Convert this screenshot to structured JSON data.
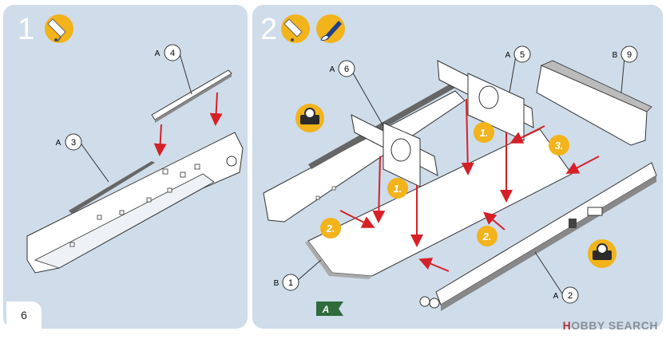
{
  "page": {
    "number": "6"
  },
  "steps": [
    {
      "number": "1"
    },
    {
      "number": "2"
    }
  ],
  "parts": {
    "a4": {
      "letter": "A",
      "num": "4"
    },
    "a3": {
      "letter": "A",
      "num": "3"
    },
    "a6": {
      "letter": "A",
      "num": "6"
    },
    "a5": {
      "letter": "A",
      "num": "5"
    },
    "b9": {
      "letter": "B",
      "num": "9"
    },
    "b1": {
      "letter": "B",
      "num": "1"
    },
    "a2": {
      "letter": "A",
      "num": "2"
    }
  },
  "order_labels": {
    "first": "1.",
    "second": "2.",
    "third": "3."
  },
  "flag_label": "A",
  "watermark": {
    "prefix": "H",
    "rest": "OBBY SEARCH"
  },
  "icons": [
    "glue-icon",
    "paint-brush-icon",
    "tape-icon"
  ],
  "colors": {
    "panel": "#cfdcea",
    "arrow": "#d62027",
    "badge": "#f2b31b",
    "flag": "#2f6b3c"
  }
}
